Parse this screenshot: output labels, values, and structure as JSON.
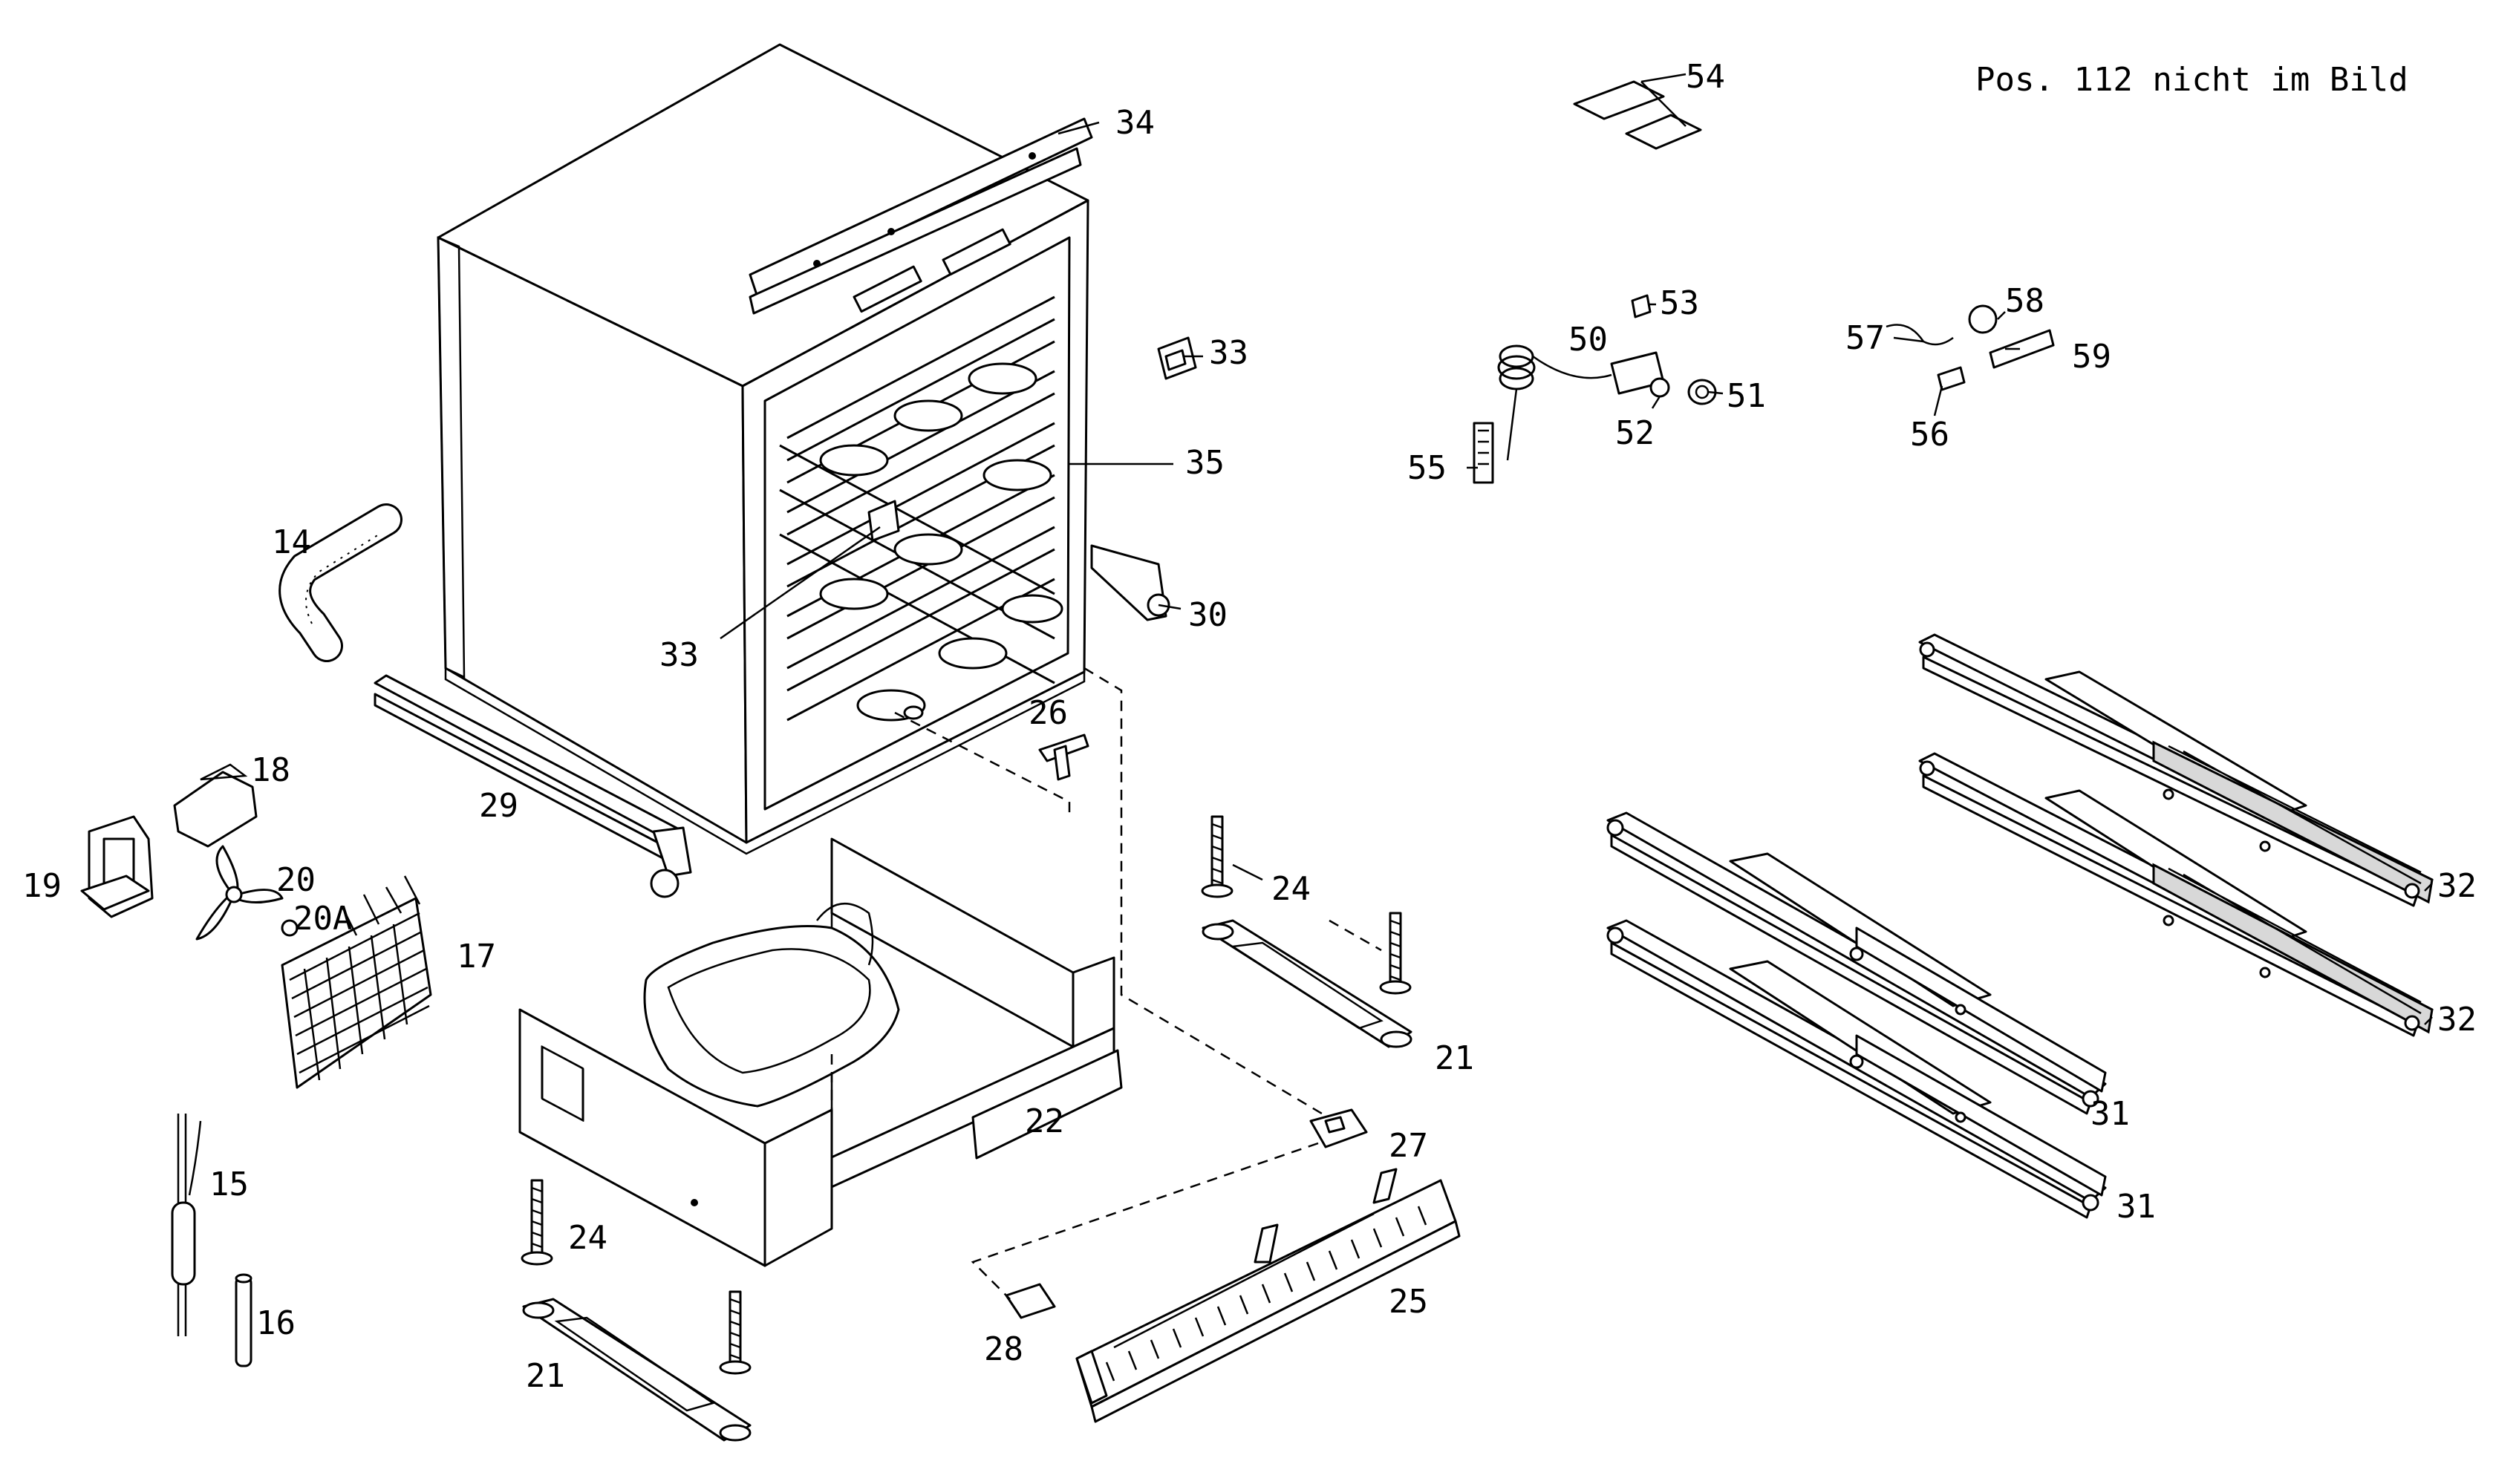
{
  "note": "Pos. 112 nicht im Bild",
  "labels": {
    "p14": "14",
    "p15": "15",
    "p16": "16",
    "p17": "17",
    "p18": "18",
    "p19": "19",
    "p20": "20",
    "p20a": "20A",
    "p21a": "21",
    "p21b": "21",
    "p22": "22",
    "p24a": "24",
    "p24b": "24",
    "p25": "25",
    "p26": "26",
    "p27": "27",
    "p28": "28",
    "p29": "29",
    "p30": "30",
    "p31a": "31",
    "p31b": "31",
    "p32a": "32",
    "p32b": "32",
    "p33a": "33",
    "p33b": "33",
    "p34": "34",
    "p35": "35",
    "p50": "50",
    "p51": "51",
    "p52": "52",
    "p53": "53",
    "p54": "54",
    "p55": "55",
    "p56": "56",
    "p57": "57",
    "p58": "58",
    "p59": "59"
  }
}
